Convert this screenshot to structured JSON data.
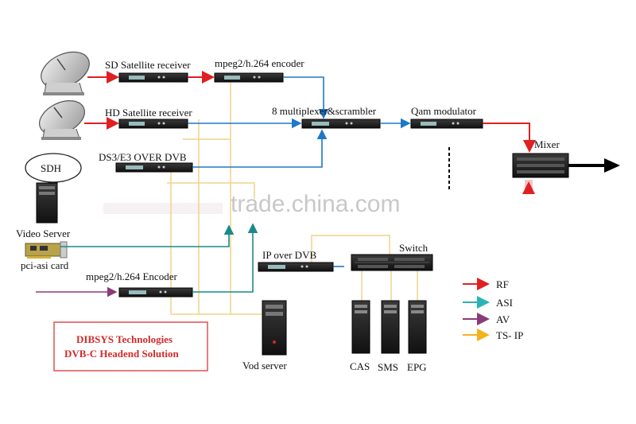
{
  "labels": {
    "sd_receiver": "SD Satellite receiver",
    "hd_receiver": "HD Satellite receiver",
    "encoder_top": "mpeg2/h.264  encoder",
    "multiplexer": "8 multiplexer&scrambler",
    "qam": "Qam modulator",
    "mixer": "Mixer",
    "ds3": "DS3/E3 OVER DVB",
    "sdh": "SDH",
    "video_server": "Video Server",
    "pci_asi": "pci-asi card",
    "encoder_bottom": "mpeg2/h.264 Encoder",
    "ip_over_dvb": "IP over DVB",
    "switch": "Switch",
    "vod_server": "Vod server",
    "cas": "CAS",
    "sms": "SMS",
    "epg": "EPG"
  },
  "watermark": "trade.china.com",
  "branding": {
    "line1": "DIBSYS Technologies",
    "line2": "DVB-C Headend Solution"
  },
  "legend": [
    {
      "label": "RF",
      "color": "#e02020"
    },
    {
      "label": "ASI",
      "color": "#2ab3b3"
    },
    {
      "label": "AV",
      "color": "#8a3a78"
    },
    {
      "label": "TS- IP",
      "color": "#f2b31c"
    }
  ],
  "colors": {
    "rf": "#e02020",
    "asi": "#2ab3b3",
    "av": "#8a3a78",
    "ts_ip": "#f2b31c",
    "blue_link": "#1f78c8"
  },
  "icons": {
    "dish": "satellite-dish-icon",
    "rack_unit": "rack-device-icon",
    "tower": "server-tower-icon"
  }
}
